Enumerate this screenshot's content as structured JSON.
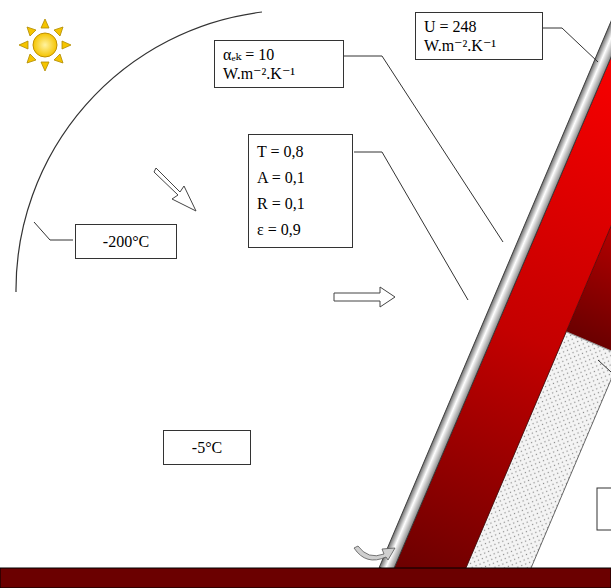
{
  "diagram": {
    "nodes": [
      {
        "text": [
          "U = 248 W.m⁻².K⁻¹"
        ]
      },
      {
        "text": [
          "αₑₖ = 10 W.m⁻².K⁻¹"
        ]
      },
      {
        "text": [
          "T = 0,8",
          "A = 0,1",
          "R = 0,1",
          "ε = 0,9"
        ]
      },
      {
        "text": [
          "-200°C"
        ]
      },
      {
        "text": [
          "-5°C"
        ]
      }
    ]
  }
}
